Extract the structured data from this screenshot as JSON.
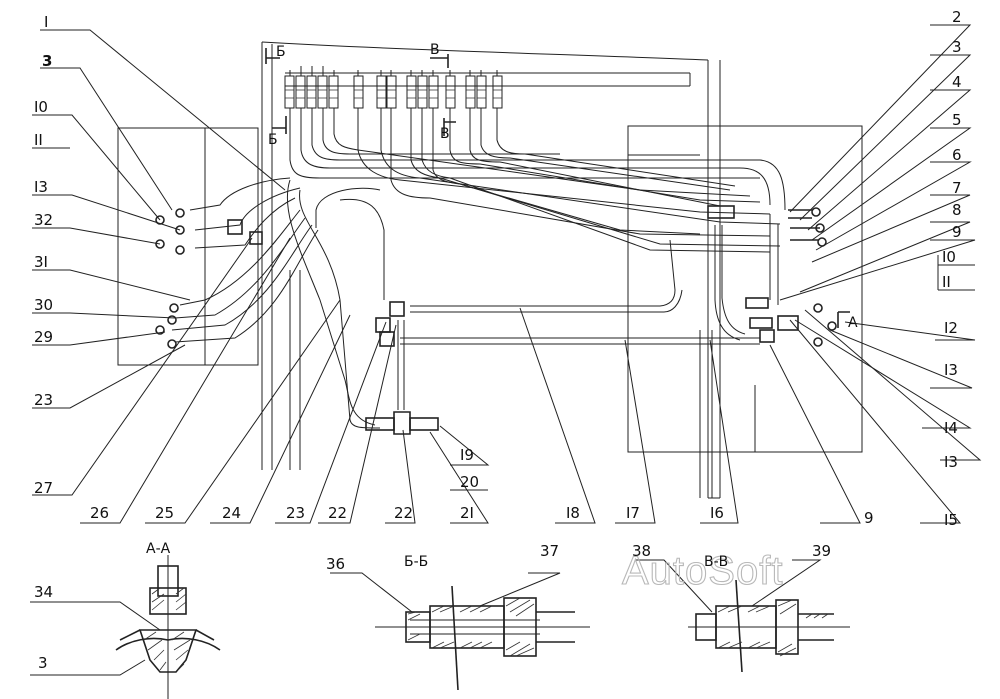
{
  "labels": {
    "l_I": "I",
    "l_3a": "3",
    "l_I0a": "I0",
    "l_IIa": "II",
    "l_I3a": "I3",
    "l_32": "32",
    "l_3I": "3I",
    "l_30": "30",
    "l_29": "29",
    "l_23a": "23",
    "l_27": "27",
    "l_26": "26",
    "l_25": "25",
    "l_24": "24",
    "l_23b": "23",
    "l_22a": "22",
    "l_22b": "22",
    "l_2I": "2I",
    "l_20": "20",
    "l_I9": "I9",
    "l_I8": "I8",
    "l_I7": "I7",
    "l_I6": "I6",
    "l_9b": "9",
    "l_I5": "I5",
    "l_I3c": "I3",
    "l_I4": "I4",
    "l_I3b": "I3",
    "l_I2": "I2",
    "l_2": "2",
    "l_3b": "3",
    "l_4": "4",
    "l_5": "5",
    "l_6": "6",
    "l_7": "7",
    "l_8": "8",
    "l_9a": "9",
    "l_I0b": "I0",
    "l_IIb": "II",
    "l_34": "34",
    "l_3c": "3",
    "l_36": "36",
    "l_37": "37",
    "l_38": "38",
    "l_39": "39"
  },
  "section_marks": {
    "top_b": "Б",
    "top_v": "В",
    "mid_b": "Б",
    "mid_v": "В",
    "side_a": "А"
  },
  "section_titles": {
    "aa": "А-А",
    "bb": "Б-Б",
    "vv": "В-В"
  },
  "watermark": "AutoSoft"
}
